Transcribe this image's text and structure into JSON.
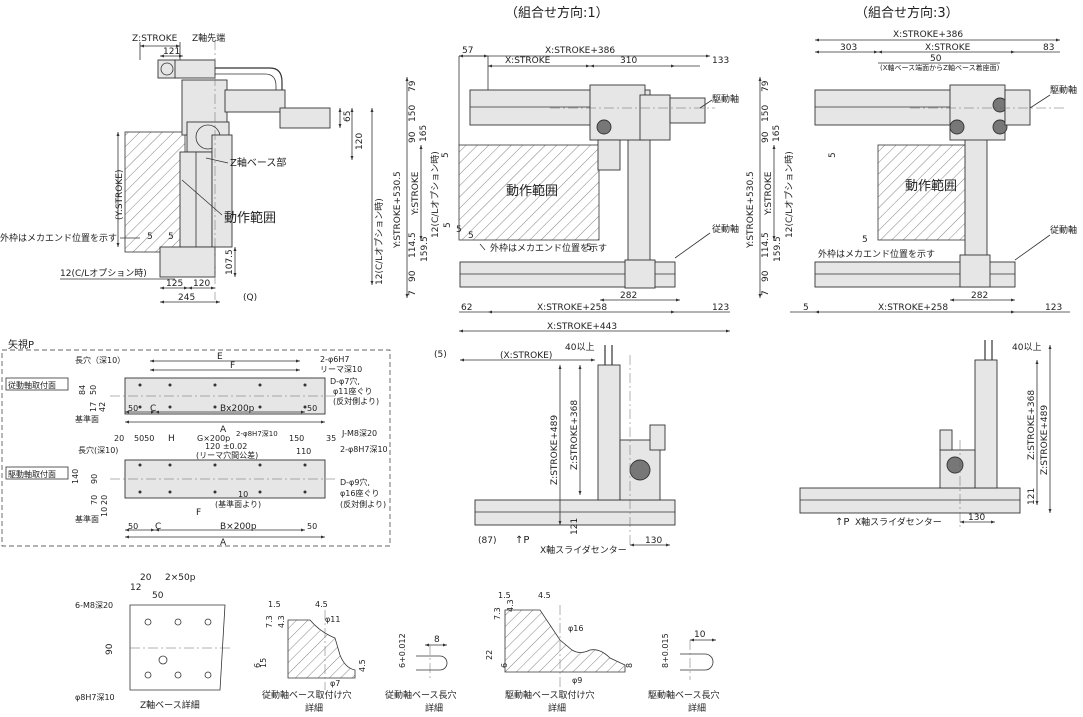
{
  "titles": {
    "dir1": "（組合せ方向:1）",
    "dir3": "（組合せ方向:3）"
  },
  "left_view": {
    "z_stroke": "Z:STROKE",
    "z_tip": "Z軸先端",
    "d121": "121",
    "d65": "65",
    "d120": "120",
    "y_stroke": "(Y:STROKE)",
    "z_base": "Z軸ベース部",
    "motion": "動作範囲",
    "outer_frame": "外枠はメカエンド位置を示す",
    "d5a": "5",
    "d5b": "5",
    "c_l_v": "12(C/Lオプション時)",
    "d107": "107.5",
    "c_l_h": "12(C/Lオプション時)",
    "d125": "125",
    "d120b": "120",
    "d245": "245",
    "q": "(Q)"
  },
  "mid_view": {
    "d57": "57",
    "x386": "X:STROKE+386",
    "x_stroke": "X:STROKE",
    "d310": "310",
    "d133": "133",
    "drive": "駆動軸",
    "d79": "79",
    "d150": "150",
    "d90": "90",
    "d165": "165",
    "y530": "Y:STROKE+530.5",
    "y_stroke": "Y:STROKE",
    "c_l": "12(C/Lオプション時)",
    "motion": "動作範囲",
    "d5a": "5",
    "d5b": "5",
    "d5c": "5",
    "d5d": "5",
    "d5e": "5",
    "d1145": "114.5",
    "d1595": "159.5",
    "d90b": "90",
    "d7": "7",
    "outer": "外枠はメカエンド位置を示す",
    "follow": "従動軸",
    "d282": "282",
    "d62": "62",
    "x258": "X:STROKE+258",
    "d123": "123",
    "x443": "X:STROKE+443"
  },
  "right_view": {
    "x386": "X:STROKE+386",
    "d303": "303",
    "x_stroke": "X:STROKE",
    "d83": "83",
    "d50": "50",
    "note": "(X軸ベース端面からZ軸ベース着座面)",
    "drive": "駆動軸",
    "d79": "79",
    "d150": "150",
    "d90": "90",
    "d165": "165",
    "y530": "Y:STROKE+530.5",
    "y_stroke": "Y:STROKE",
    "c_l": "12(C/Lオプション時)",
    "motion": "動作範囲",
    "d5a": "5",
    "d5b": "5",
    "d1145": "114.5",
    "d1595": "159.5",
    "d90b": "90",
    "d7": "7",
    "outer": "外枠はメカエンド位置を示す",
    "follow": "従動軸",
    "d282": "282",
    "d5c": "5",
    "x258": "X:STROKE+258",
    "d123": "123"
  },
  "arrow_p": {
    "title": "矢視P",
    "slot10": "長穴（深10）",
    "e": "E",
    "f": "F",
    "h7": "2-φ6H7",
    "ream": "リーマ深10",
    "follow_face": "従動軸取付面",
    "d84": "84",
    "d50": "50",
    "d17": "17",
    "d42": "42",
    "d7hole": "D-φ7穴,",
    "d11": "φ11座ぐり",
    "opp": "(反対側より)",
    "ref": "基準面",
    "d50a": "50",
    "c": "C",
    "b200": "Bx200p",
    "d50b": "50",
    "a": "A",
    "d20": "20",
    "d5050": "5050",
    "h": "H",
    "g200": "G×200p",
    "h7b": "2-φ8H7深10",
    "d150": "150",
    "d35": "35",
    "m8": "J-M8深20",
    "slot10b": "長穴(深10)",
    "tol": "120 ±0.02",
    "tol2": "(リーマ穴間公差)",
    "d110": "110",
    "h7c": "2-φ8H7深10",
    "drive_face": "駆動軸取付面",
    "d140": "140",
    "d90": "90",
    "d9": "D-φ9穴,",
    "d16": "φ16座ぐり",
    "opp2": "(反対側より)",
    "d10": "10",
    "refb": "(基準面より)",
    "d70": "70",
    "d20b": "20",
    "d10b": "10",
    "f2": "F",
    "refc": "基準面",
    "d50c": "50",
    "c2": "C",
    "b200b": "B×200p",
    "d50d": "50",
    "a2": "A"
  },
  "lower_mid": {
    "d5": "(5)",
    "x_stroke": "(X:STROKE)",
    "d40": "40以上",
    "z489": "Z:STROKE+489",
    "z368": "Z:STROKE+368",
    "d121": "121",
    "d87": "(87)",
    "p": "↑P",
    "slider": "X軸スライダセンター",
    "d130": "130"
  },
  "lower_right": {
    "d40": "40以上",
    "z368": "Z:STROKE+368",
    "z489": "Z:STROKE+489",
    "d121": "121",
    "p": "↑P",
    "slider": "X軸スライダセンター",
    "d130": "130"
  },
  "details": {
    "z_base": {
      "d20": "20",
      "d250": "2×50p",
      "d12": "12",
      "d50": "50",
      "m8": "6-M8深20",
      "d90": "90",
      "h7": "φ8H7深10",
      "caption": "Z軸ベース詳細"
    },
    "follow_hole": {
      "d15": "1.5",
      "d45": "4.5",
      "d73": "7.3",
      "d43": "4.3",
      "d11": "φ11",
      "d6": "6",
      "d15b": "15",
      "d7": "φ7",
      "d45b": "4.5",
      "caption1": "従動軸ベース取付け穴",
      "caption2": "詳細"
    },
    "follow_slot": {
      "d8": "8",
      "tol": "6+0.012",
      "caption1": "従動軸ベース長穴",
      "caption2": "詳細"
    },
    "drive_hole": {
      "d15": "1.5",
      "d45": "4.5",
      "d73": "7.3",
      "d43": "4.3",
      "d16": "φ16",
      "d22": "22",
      "d6": "6",
      "d9": "φ9",
      "d8": "8",
      "caption1": "駆動軸ベース取付け穴",
      "caption2": "詳細"
    },
    "drive_slot": {
      "d10": "10",
      "tol": "8+0.015",
      "caption1": "駆動軸ベース長穴",
      "caption2": "詳細"
    }
  }
}
